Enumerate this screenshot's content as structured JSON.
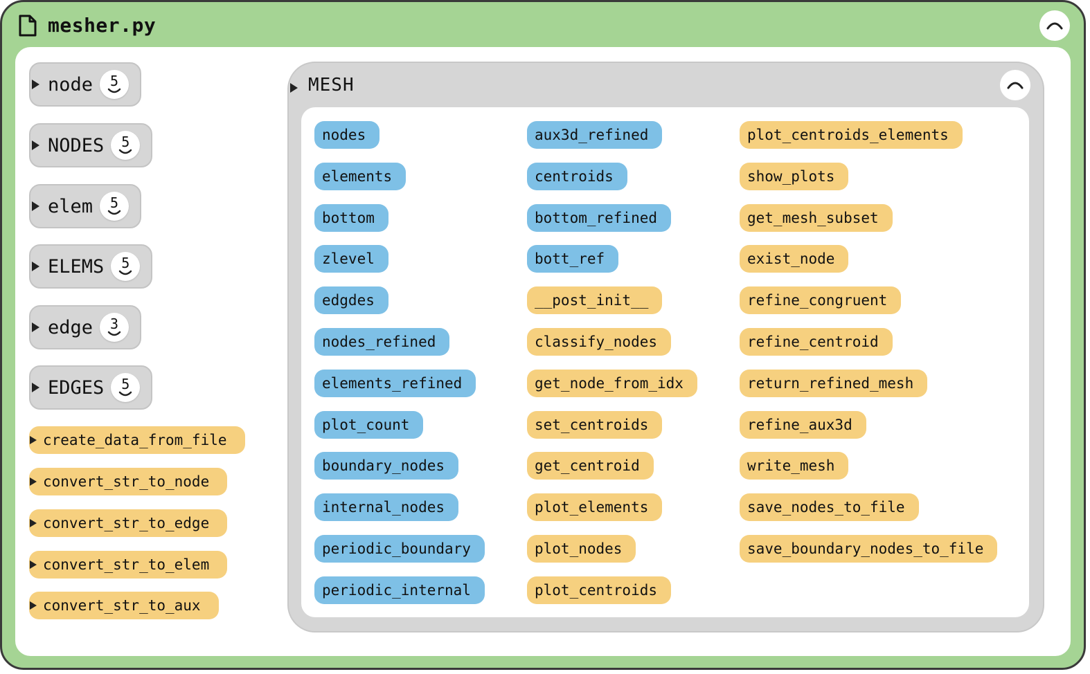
{
  "window": {
    "title": "mesher.py"
  },
  "icons": {
    "file": "file-icon",
    "collapse": "chevron-up-icon",
    "expand": "triangle-right-icon",
    "count_chevron": "chevron-down-icon"
  },
  "colors": {
    "frame": "#a5d494",
    "attribute": "#7ec0e6",
    "method": "#f6d07f",
    "class": "#d6d6d6"
  },
  "classes": [
    {
      "label": "node",
      "count": "5"
    },
    {
      "label": "NODES",
      "count": "5"
    },
    {
      "label": "elem",
      "count": "5"
    },
    {
      "label": "ELEMS",
      "count": "5"
    },
    {
      "label": "edge",
      "count": "3"
    },
    {
      "label": "EDGES",
      "count": "5"
    }
  ],
  "functions": [
    "create_data_from_file",
    "convert_str_to_node",
    "convert_str_to_edge",
    "convert_str_to_elem",
    "convert_str_to_aux"
  ],
  "mesh": {
    "title": "MESH",
    "columns": [
      [
        {
          "label": "nodes",
          "kind": "attr"
        },
        {
          "label": "elements",
          "kind": "attr"
        },
        {
          "label": "bottom",
          "kind": "attr"
        },
        {
          "label": "zlevel",
          "kind": "attr"
        },
        {
          "label": "edgdes",
          "kind": "attr"
        },
        {
          "label": "nodes_refined",
          "kind": "attr"
        },
        {
          "label": "elements_refined",
          "kind": "attr"
        },
        {
          "label": "plot_count",
          "kind": "attr"
        },
        {
          "label": "boundary_nodes",
          "kind": "attr"
        },
        {
          "label": "internal_nodes",
          "kind": "attr"
        },
        {
          "label": "periodic_boundary",
          "kind": "attr"
        },
        {
          "label": "periodic_internal",
          "kind": "attr"
        }
      ],
      [
        {
          "label": "aux3d_refined",
          "kind": "attr"
        },
        {
          "label": "centroids",
          "kind": "attr"
        },
        {
          "label": "bottom_refined",
          "kind": "attr"
        },
        {
          "label": "bott_ref",
          "kind": "attr"
        },
        {
          "label": "__post_init__",
          "kind": "meth"
        },
        {
          "label": "classify_nodes",
          "kind": "meth"
        },
        {
          "label": "get_node_from_idx",
          "kind": "meth"
        },
        {
          "label": "set_centroids",
          "kind": "meth"
        },
        {
          "label": "get_centroid",
          "kind": "meth"
        },
        {
          "label": "plot_elements",
          "kind": "meth"
        },
        {
          "label": "plot_nodes",
          "kind": "meth"
        },
        {
          "label": "plot_centroids",
          "kind": "meth"
        }
      ],
      [
        {
          "label": "plot_centroids_elements",
          "kind": "meth"
        },
        {
          "label": "show_plots",
          "kind": "meth"
        },
        {
          "label": "get_mesh_subset",
          "kind": "meth"
        },
        {
          "label": "exist_node",
          "kind": "meth"
        },
        {
          "label": "refine_congruent",
          "kind": "meth"
        },
        {
          "label": "refine_centroid",
          "kind": "meth"
        },
        {
          "label": "return_refined_mesh",
          "kind": "meth"
        },
        {
          "label": "refine_aux3d",
          "kind": "meth"
        },
        {
          "label": "write_mesh",
          "kind": "meth"
        },
        {
          "label": "save_nodes_to_file",
          "kind": "meth"
        },
        {
          "label": "save_boundary_nodes_to_file",
          "kind": "meth"
        }
      ]
    ]
  }
}
